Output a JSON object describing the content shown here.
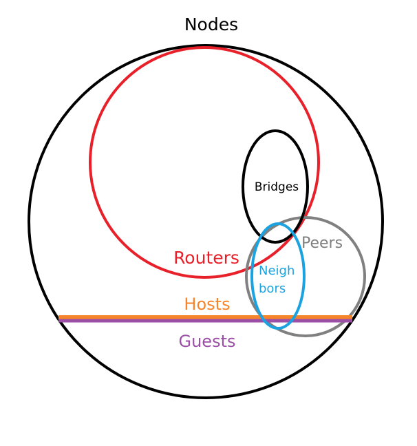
{
  "diagram": {
    "title": "Nodes",
    "sets": {
      "routers": {
        "label": "Routers",
        "color": "#e8202a"
      },
      "bridges": {
        "label": "Bridges",
        "color": "#000000"
      },
      "peers": {
        "label": "Peers",
        "color": "#808080"
      },
      "neighbors": {
        "label_line1": "Neigh",
        "label_line2": "bors",
        "color": "#1aa3e0"
      },
      "hosts": {
        "label": "Hosts",
        "color": "#f5842a"
      },
      "guests": {
        "label": "Guests",
        "color": "#9b4fa6"
      }
    },
    "outline_color": "#000000"
  }
}
